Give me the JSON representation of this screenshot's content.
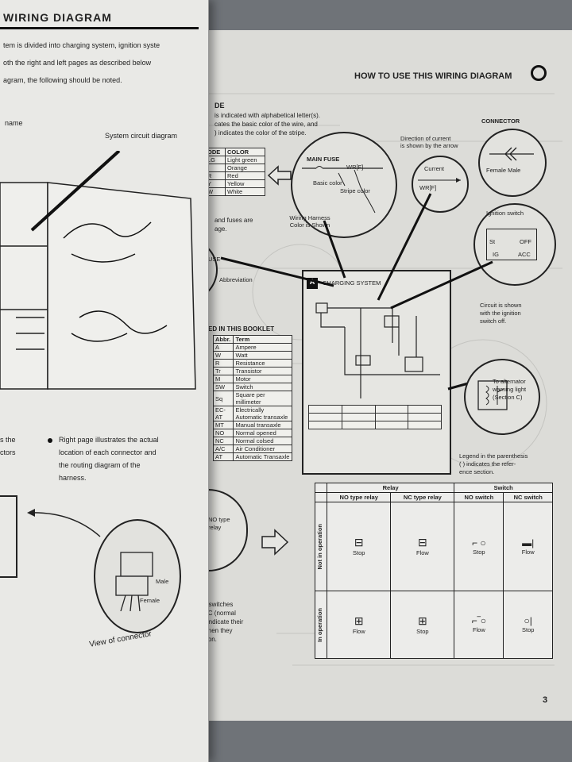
{
  "left_page": {
    "title": "WIRING DIAGRAM",
    "intro": [
      "tem is divided into charging system, ignition syste",
      "oth the right and left pages as described below",
      "agram, the following should be noted."
    ],
    "name_label": "name",
    "system_circuit_label": "System circuit diagram",
    "partial_left": [
      "s the",
      "ctors"
    ],
    "right_page_note": [
      "Right page illustrates the actual",
      "location of each connector and",
      "the routing diagram of the",
      "harness."
    ],
    "male_label": "Male",
    "female_label": "Female",
    "view_connector": "View of connector"
  },
  "header": {
    "title": "HOW TO USE THIS WIRING DIAGRAM",
    "page_number": "3"
  },
  "code_section": {
    "heading": "DE",
    "lines": [
      "is indicated with alphabetical letter(s).",
      "cates the basic color of the wire, and",
      ") indicates the color of the stripe."
    ],
    "table_head": [
      "ODE",
      "COLOR"
    ],
    "rows": [
      [
        "LG",
        "Light green"
      ],
      [
        "",
        "Orange"
      ],
      [
        "R",
        "Red"
      ],
      [
        "Y",
        "Yellow"
      ],
      [
        "W",
        "White"
      ]
    ]
  },
  "fuse_note": [
    "and fuses are",
    "age."
  ],
  "main_fuse": {
    "title": "MAIN FUSE",
    "wire": "WR[F]",
    "basic": "Basic color",
    "stripe": "Stripe color"
  },
  "direction": {
    "caption": [
      "Direction of current",
      "is shown by the arrow"
    ],
    "current": "Current",
    "wire": "WR[F]"
  },
  "connector": {
    "title": "CONNECTOR",
    "female_male": "Female Male"
  },
  "harness_note": [
    "Wiring Harness",
    "Color is Shown"
  ],
  "ignition": {
    "title": "Ignition switch",
    "st": "St",
    "off": "OFF",
    "ig": "IG",
    "acc": "ACC",
    "caption": [
      "Circuit is shown",
      "with the ignition",
      "switch off."
    ]
  },
  "use_circle": {
    "label": "USE",
    "abbr": "Abbreviation"
  },
  "charging": {
    "letter": "A",
    "title": "CHARGING SYSTEM"
  },
  "abbr": {
    "heading": "ED IN THIS BOOKLET",
    "head": [
      "Abbr.",
      "Term"
    ],
    "rows": [
      [
        "A",
        "Ampere"
      ],
      [
        "W",
        "Watt"
      ],
      [
        "R",
        "Resistance"
      ],
      [
        "Tr",
        "Transistor"
      ],
      [
        "M",
        "Motor"
      ],
      [
        "SW",
        "Switch"
      ],
      [
        "Sq",
        "Square per millimeter"
      ],
      [
        "EC-AT",
        "Electrically Automatic transaxle"
      ],
      [
        "MT",
        "Manual transaxle"
      ],
      [
        "NO",
        "Normal opened"
      ],
      [
        "NC",
        "Normal colsed"
      ],
      [
        "A/C",
        "Air Conditioner"
      ],
      [
        "AT",
        "Automatic Transaxle"
      ]
    ]
  },
  "alternator": {
    "caption": [
      "To alternator",
      "warning light",
      "(Section C)"
    ],
    "legend": [
      "Legend in the parenthesis",
      "( ) indicates the refer-",
      "ence section."
    ]
  },
  "no_type": {
    "label": [
      "NO type",
      "relay"
    ]
  },
  "switch_note": [
    "d switches",
    "NC (normal",
    ")  indicate their",
    "when they",
    "ition."
  ],
  "relay_table": {
    "relay": "Relay",
    "switch": "Switch",
    "cols": [
      "NO type relay",
      "NC type relay",
      "NO switch",
      "NC switch"
    ],
    "rows": [
      {
        "label": "Not in operation",
        "states": [
          "Stop",
          "Flow",
          "Stop",
          "Flow"
        ]
      },
      {
        "label": "In operation",
        "states": [
          "Flow",
          "Stop",
          "Flow",
          "Stop"
        ]
      }
    ]
  }
}
